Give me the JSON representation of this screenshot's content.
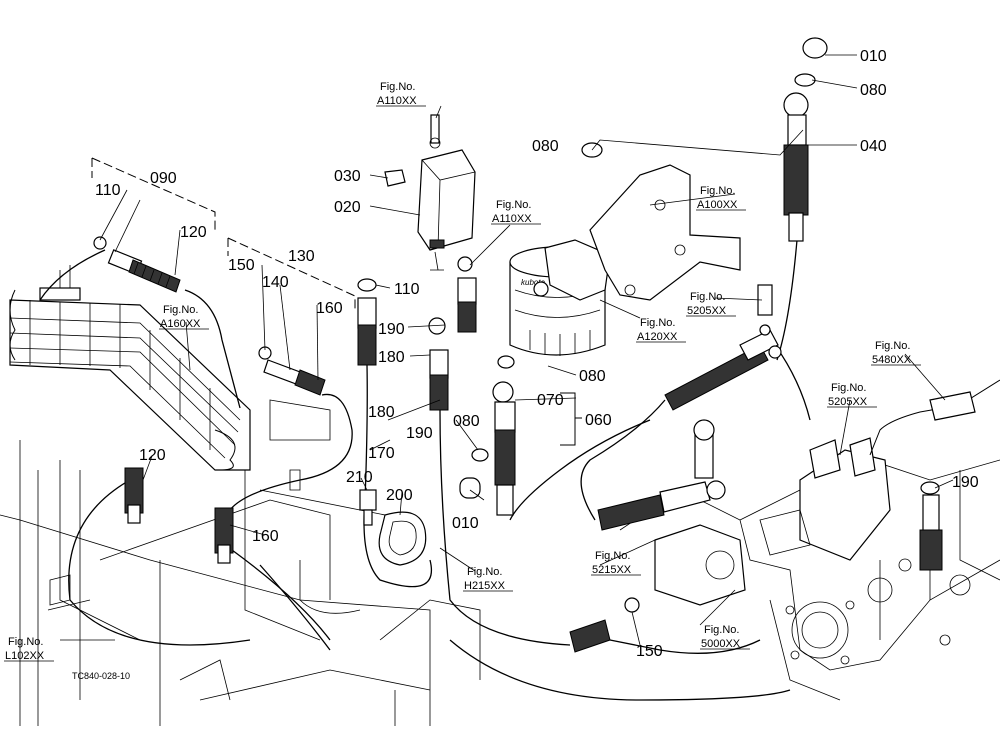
{
  "callouts": {
    "c010a": "010",
    "c080a": "080",
    "c040": "040",
    "c080b": "080",
    "c030": "030",
    "c020": "020",
    "c090": "090",
    "c110a": "110",
    "c120a": "120",
    "c130": "130",
    "c150a": "150",
    "c140": "140",
    "c160a": "160",
    "c110b": "110",
    "c190a": "190",
    "c180a": "180",
    "c180b": "180",
    "c190b": "190",
    "c170": "170",
    "c080c": "080",
    "c070": "070",
    "c060": "060",
    "c080d": "080",
    "c010b": "010",
    "c120b": "120",
    "c160b": "160",
    "c210": "210",
    "c200": "200",
    "c150b": "150",
    "c190c": "190"
  },
  "fig_refs": {
    "a110_top": {
      "label": "Fig.No.",
      "code": "A110XX"
    },
    "a110_mid": {
      "label": "Fig.No.",
      "code": "A110XX"
    },
    "a100": {
      "label": "Fig.No.",
      "code": "A100XX"
    },
    "a160": {
      "label": "Fig.No.",
      "code": "A160XX"
    },
    "a120": {
      "label": "Fig.No.",
      "code": "A120XX"
    },
    "p5205_a": {
      "label": "Fig.No.",
      "code": "5205XX"
    },
    "p5480": {
      "label": "Fig.No.",
      "code": "5480XX"
    },
    "p5205_b": {
      "label": "Fig.No.",
      "code": "5205XX"
    },
    "h215": {
      "label": "Fig.No.",
      "code": "H215XX"
    },
    "p5215": {
      "label": "Fig.No.",
      "code": "5215XX"
    },
    "p5000": {
      "label": "Fig.No.",
      "code": "5000XX"
    },
    "l102": {
      "label": "Fig.No.",
      "code": "L102XX"
    }
  },
  "filter_brand": "kubota",
  "drawing_code": "TC840-028-10"
}
